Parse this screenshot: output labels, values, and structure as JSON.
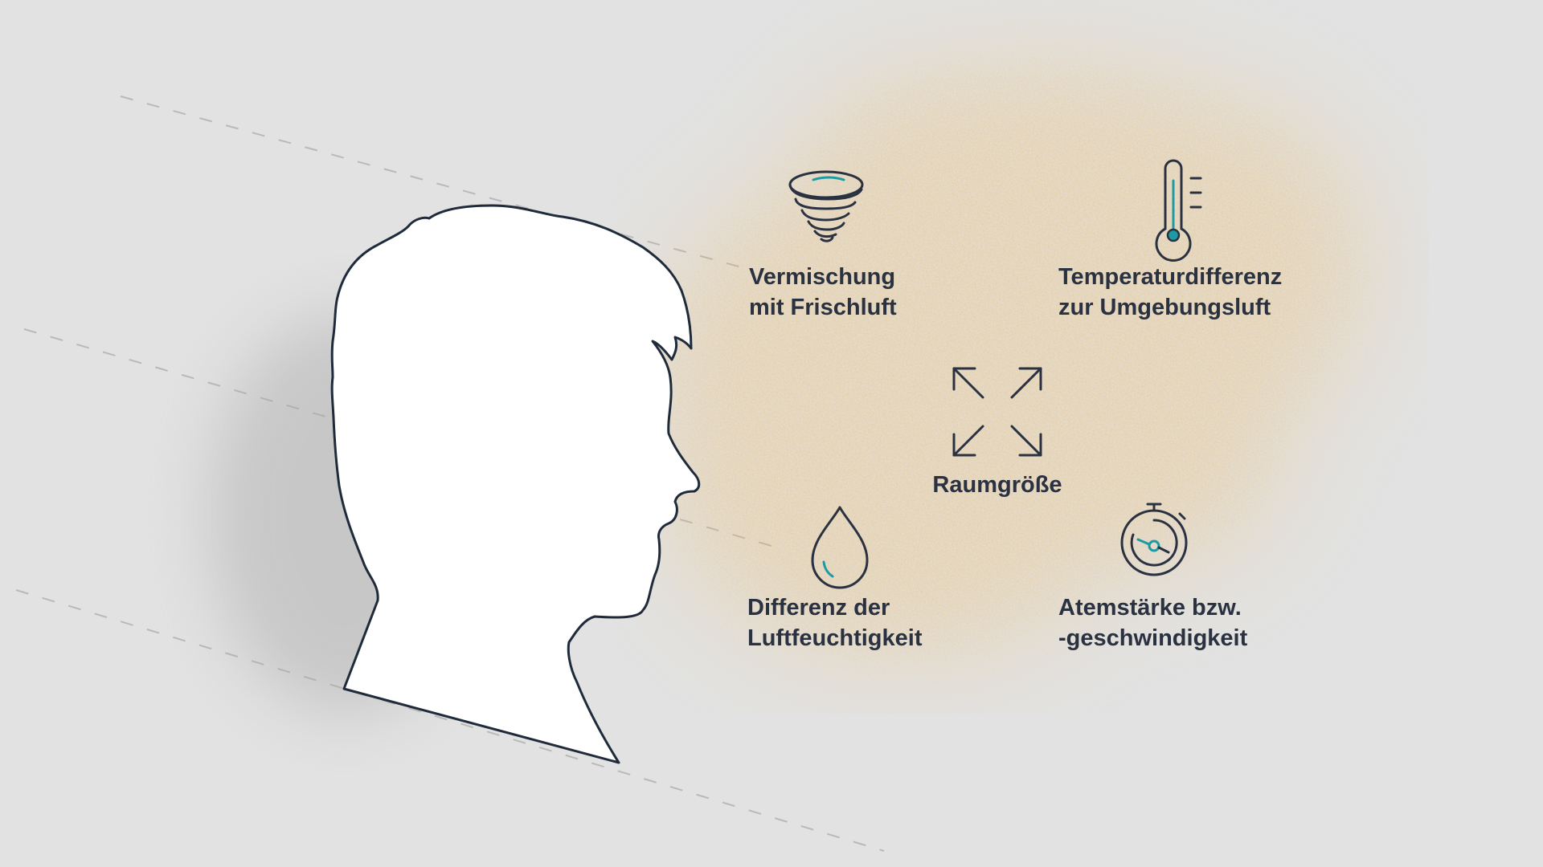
{
  "colors": {
    "background": "#e2e2e2",
    "aerosol_cloud": "#efb554",
    "outline": "#1f2a3a",
    "icon_stroke": "#2a3140",
    "accent": "#1d9aa3",
    "text": "#2a3140"
  },
  "factors": [
    {
      "id": "mixing",
      "icon": "tornado-icon",
      "lines": [
        "Vermischung",
        "mit Frischluft"
      ]
    },
    {
      "id": "temperature",
      "icon": "thermometer-icon",
      "lines": [
        "Temperaturdifferenz",
        "zur Umgebungsluft"
      ]
    },
    {
      "id": "room-size",
      "icon": "expand-arrows-icon",
      "lines": [
        "Raumgröße"
      ]
    },
    {
      "id": "humidity",
      "icon": "water-drop-icon",
      "lines": [
        "Differenz der",
        "Luftfeuchtigkeit"
      ]
    },
    {
      "id": "breathing",
      "icon": "stopwatch-icon",
      "lines": [
        "Atemstärke bzw.",
        "-geschwindigkeit"
      ]
    }
  ]
}
